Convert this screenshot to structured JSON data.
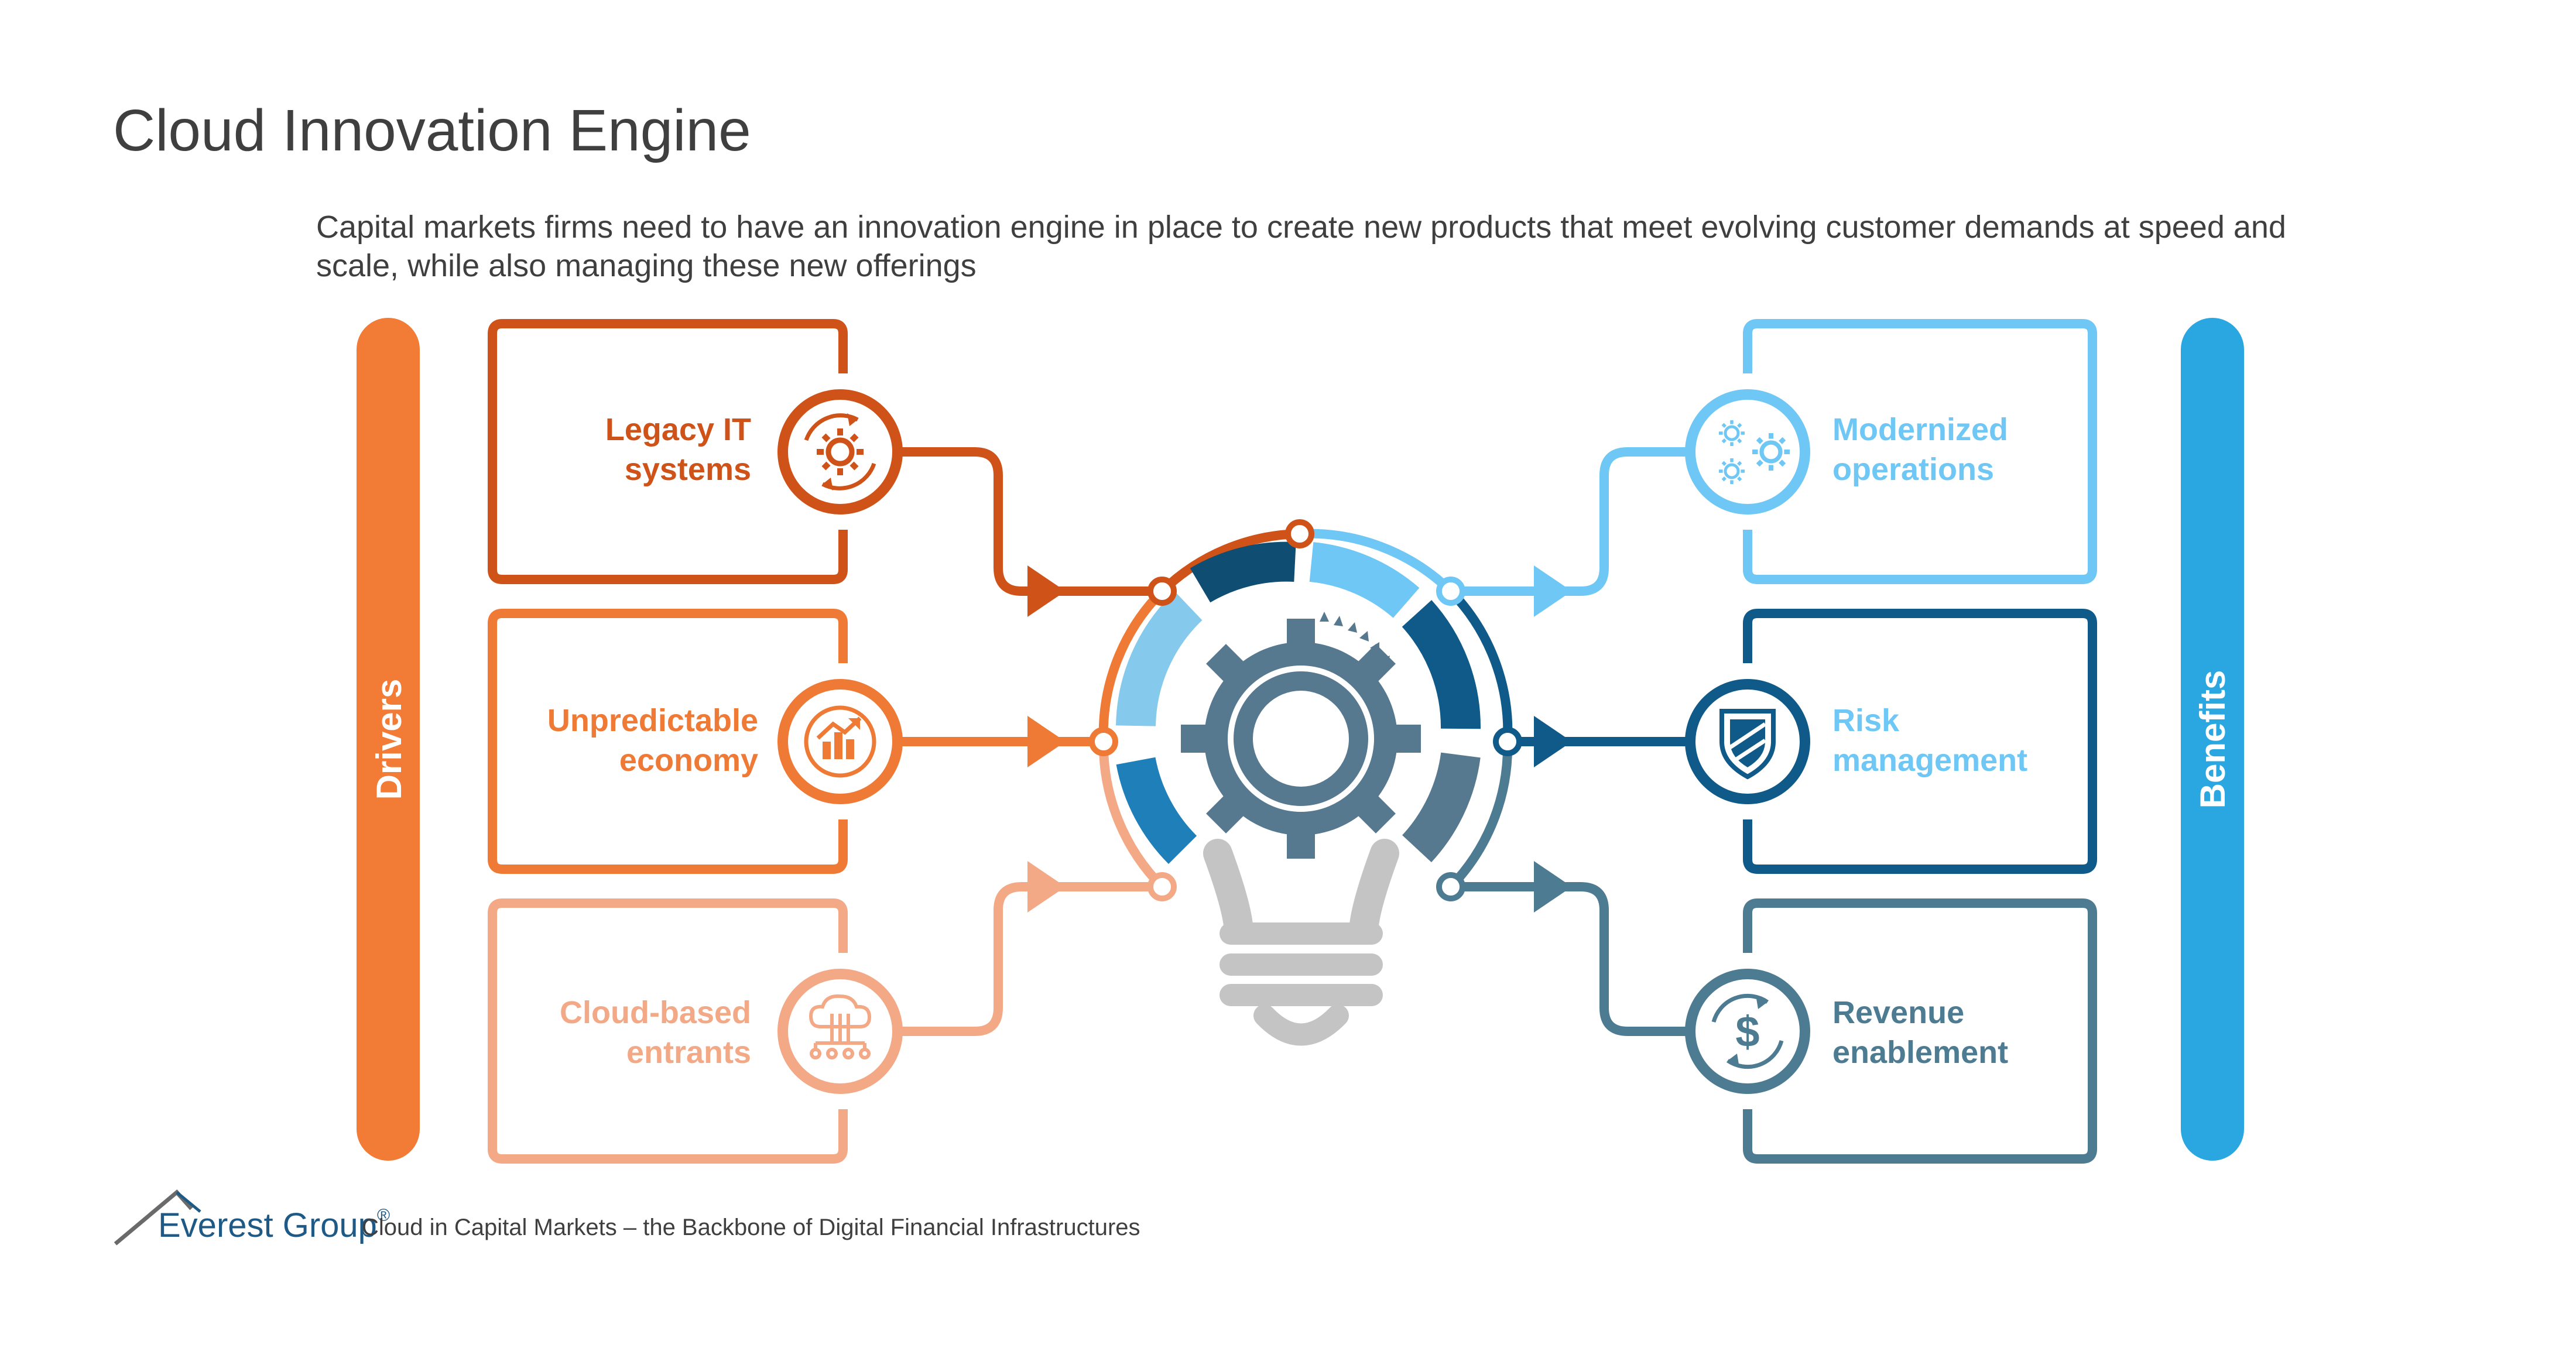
{
  "title": "Cloud Innovation Engine",
  "subtitle": "Capital markets firms need to have an innovation engine in place to create new products that meet evolving customer demands at speed and scale, while also managing these new offerings",
  "drivers_label": "Drivers",
  "benefits_label": "Benefits",
  "drivers": [
    {
      "line1": "Legacy IT",
      "line2": "systems",
      "color": "#cf5318",
      "icon": "gear-cycle-icon"
    },
    {
      "line1": "Unpredictable",
      "line2": "economy",
      "color": "#ef7a36",
      "icon": "chart-trend-icon"
    },
    {
      "line1": "Cloud-based",
      "line2": "entrants",
      "color": "#f4a986",
      "icon": "cloud-network-icon"
    }
  ],
  "benefits": [
    {
      "line1": "Modernized",
      "line2": "operations",
      "color": "#6ec7f5",
      "icon": "gears-icon"
    },
    {
      "line1": "Risk",
      "line2": "management",
      "color": "#0f5a88",
      "text_color": "#6ec7f5",
      "icon": "shield-icon"
    },
    {
      "line1": "Revenue",
      "line2": "enablement",
      "color": "#4c7b92",
      "icon": "dollar-cycle-icon"
    }
  ],
  "colors": {
    "drivers_bar": "#f27b36",
    "benefits_bar": "#2aa7e1",
    "bulb_base": "#c4c4c4",
    "gear": "#56798f"
  },
  "footer": {
    "brand": "Everest Group",
    "registered": "®",
    "text": "Cloud in Capital Markets – the Backbone of Digital Financial Infrastructures"
  }
}
